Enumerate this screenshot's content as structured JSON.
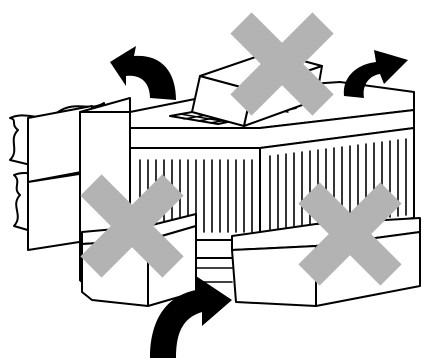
{
  "figure": {
    "kind": "airflow-clearance-warning-illustration",
    "colors": {
      "background": "#ffffff",
      "line": "#000000",
      "fill": "#ffffff",
      "prohibition_x": "#b3b3b3",
      "airflow_arrow": "#000000"
    },
    "icons": {
      "device": "ventilated-device-icon",
      "obstruction": "box-obstruction-icon",
      "prohibited": "x-mark-icon",
      "airflow": "airflow-arrow-icon"
    },
    "prohibited_marks": 3,
    "airflow_arrows": 3
  }
}
